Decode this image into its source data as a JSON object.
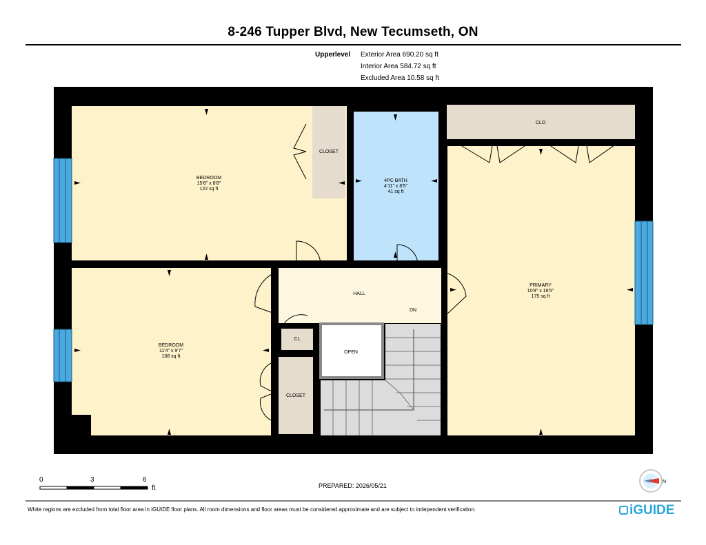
{
  "header": {
    "title": "8-246 Tupper Blvd, New Tecumseth, ON",
    "level": "Upperlevel",
    "areas": [
      "Exterior Area 690.20 sq ft",
      "Interior Area 584.72 sq ft",
      "Excluded Area 10.58 sq ft"
    ]
  },
  "rooms": {
    "bedroom1": {
      "name": "BEDROOM",
      "dims": "15'6\" x 8'8\"",
      "area": "122 sq ft"
    },
    "closet1": {
      "name": "CLOSET"
    },
    "bath": {
      "name": "4PC BATH",
      "dims": "4'11\" x 8'5\"",
      "area": "41 sq ft"
    },
    "clo": {
      "name": "CLO"
    },
    "primary": {
      "name": "PRIMARY",
      "dims": "10'8\" x 16'5\"",
      "area": "175 sq ft"
    },
    "hall": {
      "name": "HALL"
    },
    "stairs": {
      "label": "DN"
    },
    "open": {
      "name": "OPEN"
    },
    "cl": {
      "name": "CL"
    },
    "closet2": {
      "name": "CLOSET"
    },
    "bedroom2": {
      "name": "BEDROOM",
      "dims": "11'4\" x 9'7\"",
      "area": "108 sq ft"
    }
  },
  "colors": {
    "wall": "#000000",
    "bedroom": "#fdf2c9",
    "bath": "#bfe3fb",
    "closet": "#e6dccd",
    "hall": "#fdf7e0",
    "stairs": "#dcdcdc",
    "window": "#4aa9de",
    "brand": "#2aa6dc"
  },
  "scale": {
    "ticks": [
      "0",
      "3",
      "6"
    ],
    "unit": "ft"
  },
  "compass": {
    "label": "N",
    "icon": "compass-icon"
  },
  "footer": {
    "prepared": "PREPARED: 2026/05/21",
    "note": "White regions are excluded from total floor area in iGUIDE floor plans. All room dimensions and floor areas must be considered approximate and are subject to independent verification.",
    "brand": "iGUIDE",
    "brand_icon": "iguide-logo-icon"
  }
}
